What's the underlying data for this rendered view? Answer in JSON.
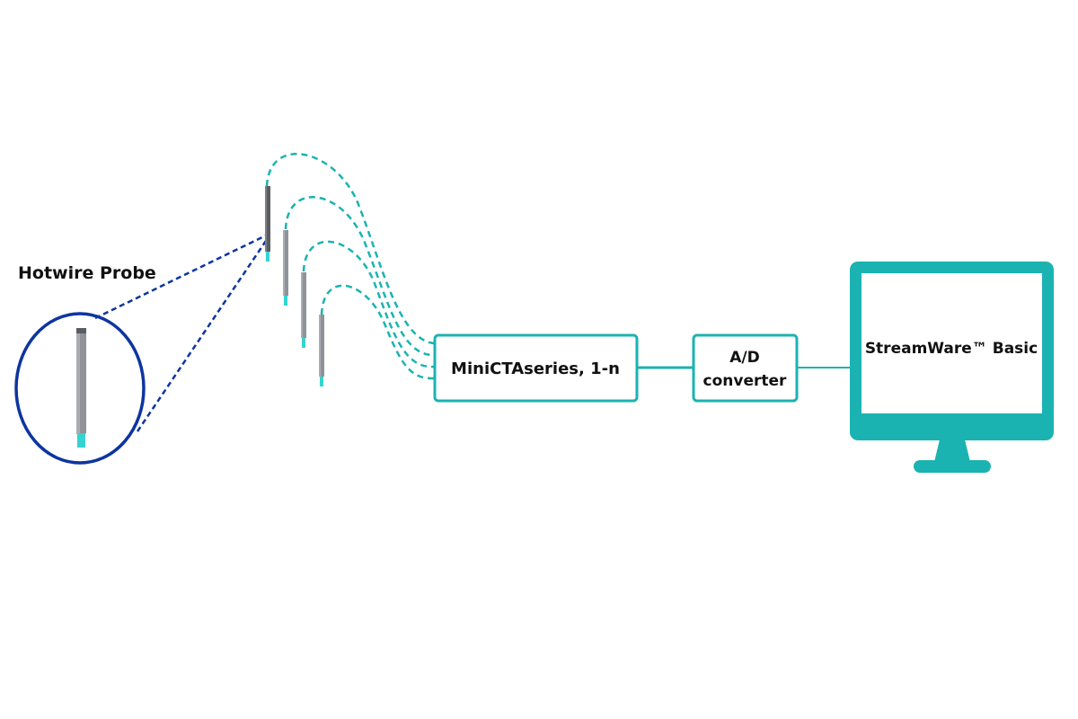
{
  "colors": {
    "teal": "#1bb3b1",
    "navy": "#0d35a0",
    "probe_gray": "#8f9296",
    "probe_dark": "#5a5d61",
    "probe_tip": "#36d3d0",
    "text": "#111111",
    "background": "#ffffff"
  },
  "labels": {
    "hotwire_probe": "Hotwire Probe",
    "cta_box": "MiniCTAseries, 1-n",
    "ad_line1": "A/D",
    "ad_line2": "converter",
    "monitor_screen": "StreamWare™ Basic"
  },
  "probes": {
    "count": 4
  },
  "icons": {
    "monitor": "computer-monitor-icon",
    "probe": "hotwire-probe-icon",
    "magnifier": "zoom-circle-icon"
  }
}
